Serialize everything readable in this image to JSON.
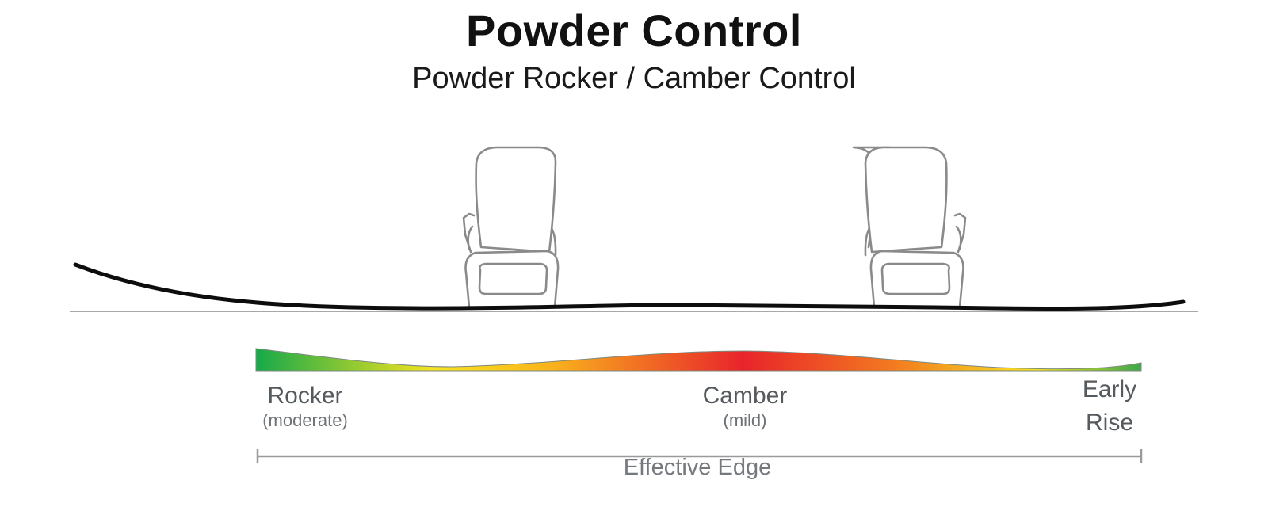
{
  "header": {
    "title": "Powder Control",
    "subtitle": "Powder Rocker / Camber Control"
  },
  "profile_zones": [
    {
      "label": "Rocker",
      "detail": "(moderate)"
    },
    {
      "label": "Camber",
      "detail": "(mild)"
    },
    {
      "label_line1": "Early",
      "label_line2": "Rise"
    }
  ],
  "effective_edge": {
    "label": "Effective Edge"
  },
  "colors": {
    "board": "#0d0d0d",
    "binding": "#8a8a8a",
    "ground": "#8c8c8c",
    "gradient_rocker": "#16a94a",
    "gradient_mid": "#f7e41f",
    "gradient_transition": "#f9a91c",
    "gradient_camber": "#e8242b"
  }
}
